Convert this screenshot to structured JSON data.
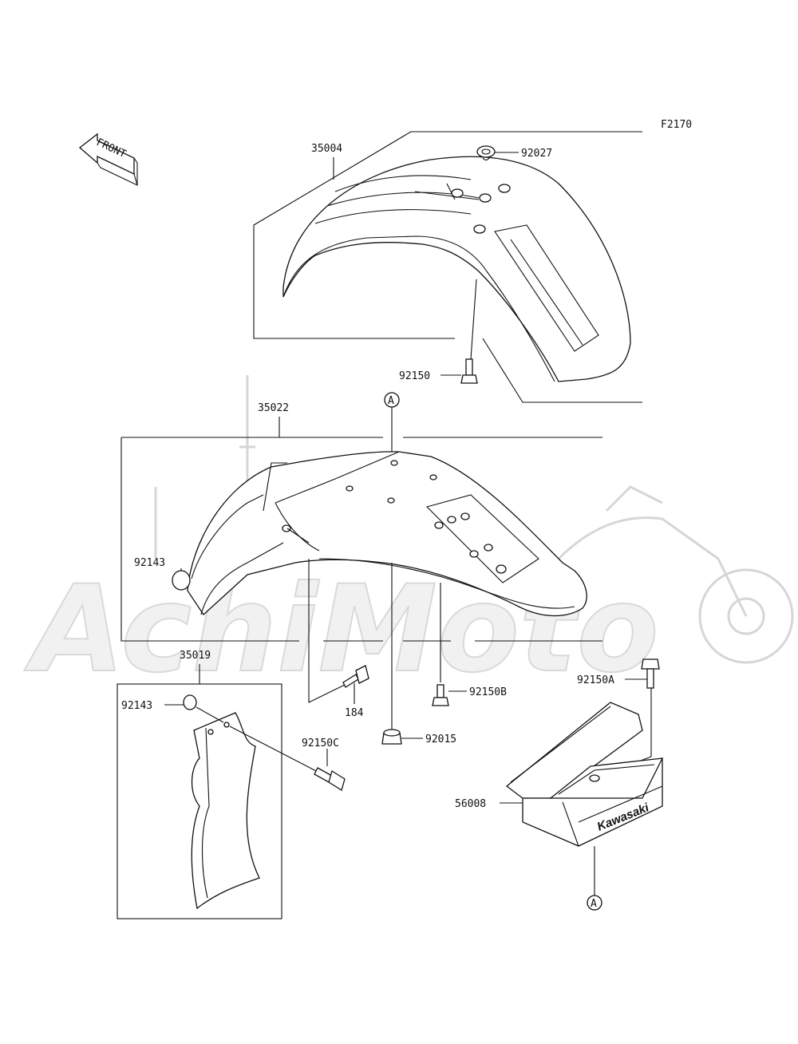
{
  "figure_code": "F2170",
  "direction_label": "FRONT",
  "watermark_text": "AchiMoto",
  "brand_on_box": "Kawasaki",
  "parts": [
    {
      "id": "front-fender",
      "number": "35004"
    },
    {
      "id": "fender-grommet",
      "number": "92027"
    },
    {
      "id": "front-fender-bolt",
      "number": "92150"
    },
    {
      "id": "rear-fender",
      "number": "35022"
    },
    {
      "id": "rear-fender-washer",
      "number": "92143"
    },
    {
      "id": "fender-flap-assy",
      "number": "35019"
    },
    {
      "id": "flap-washer",
      "number": "92143"
    },
    {
      "id": "flap-bolt",
      "number": "92150C"
    },
    {
      "id": "rear-fender-bolt-184",
      "number": "184"
    },
    {
      "id": "rear-fender-bolt-b",
      "number": "92150B"
    },
    {
      "id": "nut-92015",
      "number": "92015"
    },
    {
      "id": "tool-box-bolt",
      "number": "92150A"
    },
    {
      "id": "tool-box",
      "number": "56008"
    }
  ],
  "reference_marks": [
    "A",
    "A"
  ]
}
